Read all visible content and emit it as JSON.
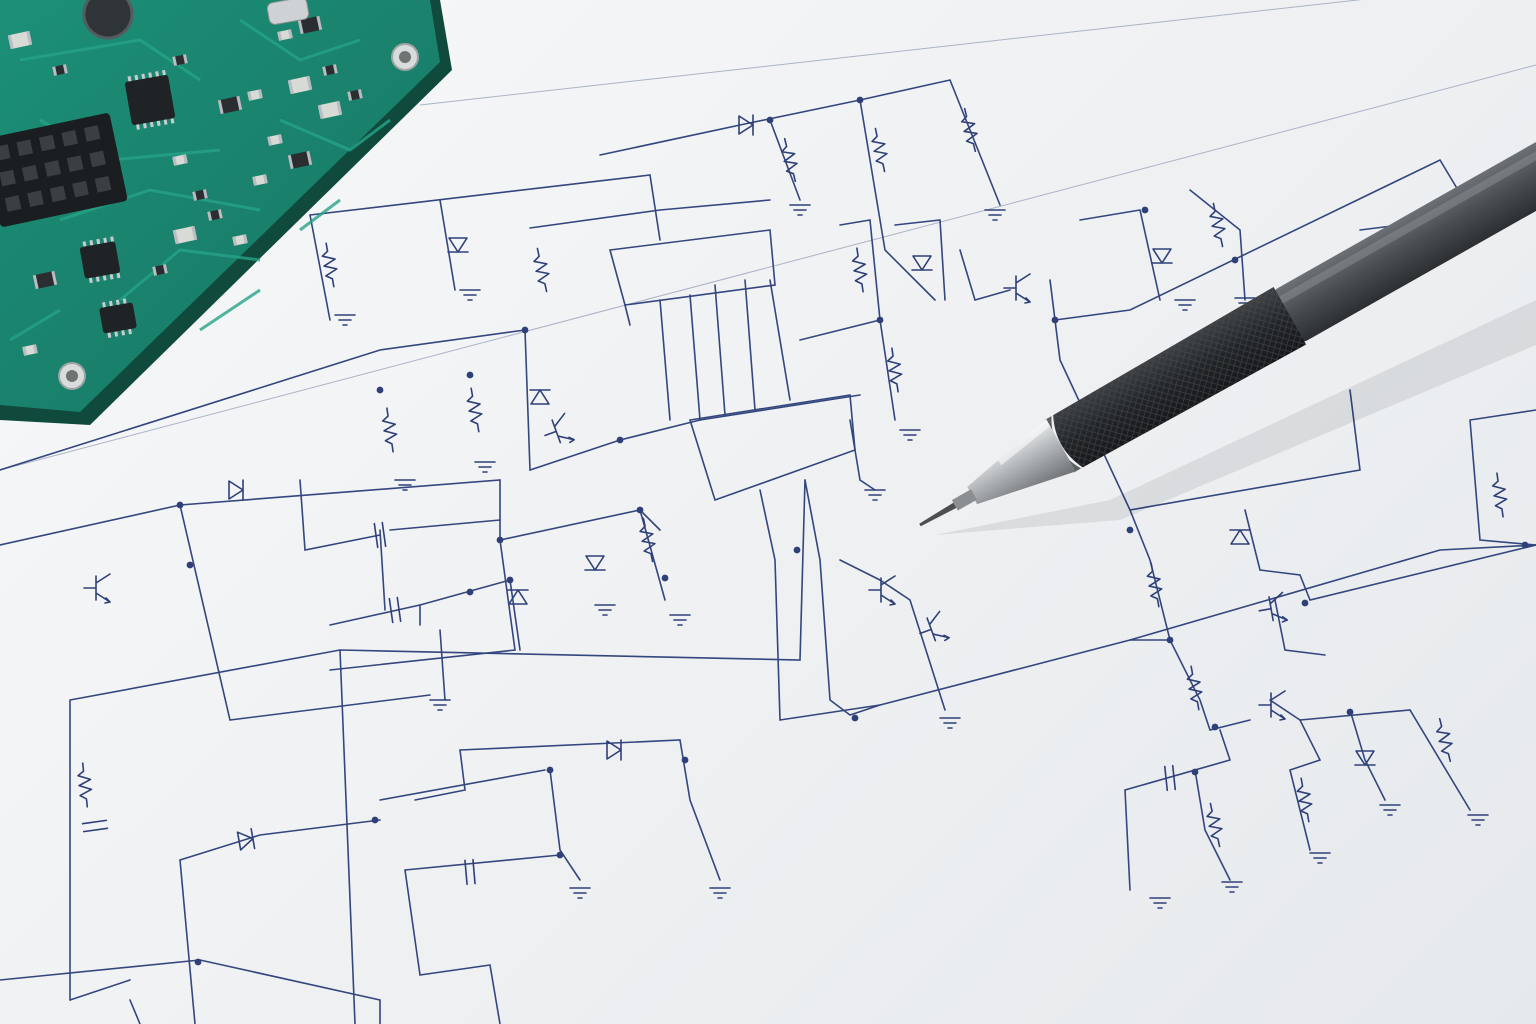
{
  "scene": {
    "description_kind": "photo",
    "colors": {
      "paper": "#f4f5f6",
      "ink": "#2c3e74",
      "pcb_green": "#1f8a74",
      "pcb_dark": "#14614f",
      "pen_body": "#4a4f52",
      "pen_grip": "#2a2d2f",
      "pen_tip": "#c9ccce"
    },
    "objects": {
      "pcb": "green-circuit-board",
      "schematic": "printed-circuit-schematic",
      "pen": "mechanical-pencil"
    }
  }
}
